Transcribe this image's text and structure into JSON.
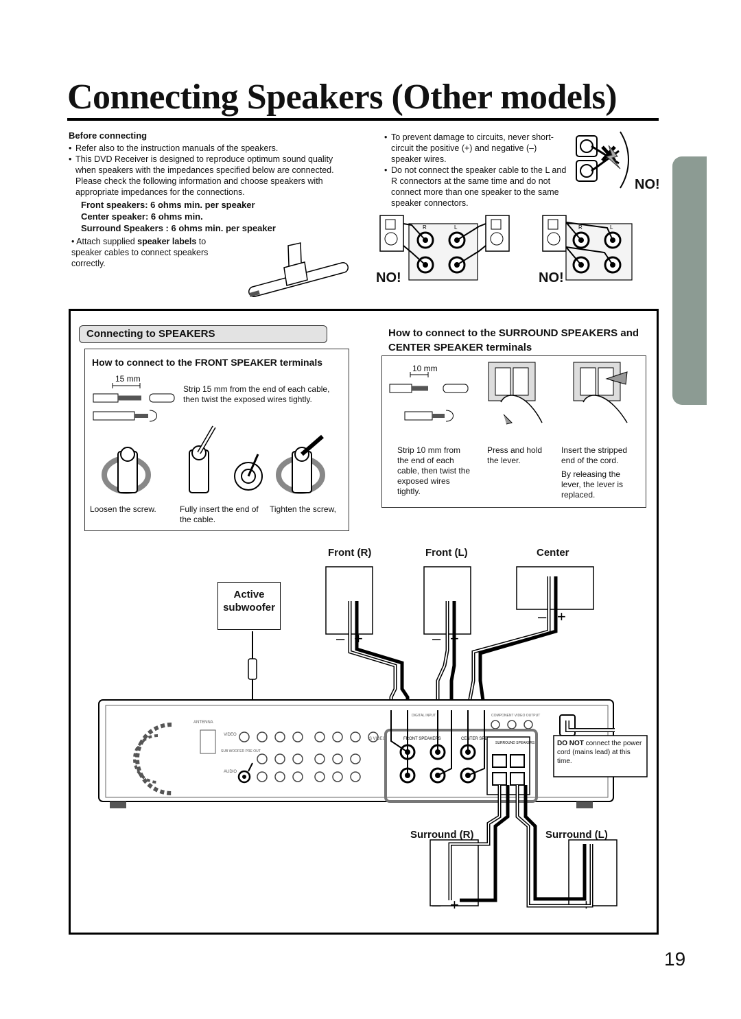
{
  "page": {
    "title": "Connecting Speakers (Other models)",
    "page_number": "19"
  },
  "before": {
    "heading": "Before connecting",
    "bullets": [
      "Refer also to the instruction manuals of the speakers.",
      "This DVD Receiver is designed to reproduce optimum sound quality when speakers with the impedances specified below are connected. Please check the following information and choose speakers with appropriate impedances for the connections."
    ],
    "spec_front": "Front speakers: 6 ohms min. per speaker",
    "spec_center": "Center speaker: 6 ohms min.",
    "spec_surround": "Surround Speakers : 6 ohms min. per speaker",
    "labels_pre": "Attach supplied ",
    "labels_bold": "speaker labels",
    "labels_post": " to speaker cables to connect speakers correctly."
  },
  "warnings": {
    "bullets": [
      "To prevent damage to circuits, never short-circuit the positive (+) and negative (–) speaker wires.",
      "Do not connect the speaker cable to the L and R connectors at the same time and do not connect more than one speaker to the same speaker connectors."
    ],
    "no1": "NO!",
    "no2": "NO!",
    "no3": "NO!",
    "r": "R",
    "l": "L",
    "plus": "+",
    "minus": "–"
  },
  "connecting": {
    "tab": "Connecting to SPEAKERS",
    "front_heading": "How to connect to the FRONT SPEAKER terminals",
    "front_mm": "15 mm",
    "front_strip": "Strip 15 mm from the end of each cable, then twist the exposed wires tightly.",
    "front_steps": [
      "Loosen the screw.",
      "Fully insert the end of the cable.",
      "Tighten the screw,"
    ],
    "surround_heading": "How to connect to the SURROUND SPEAKERS and CENTER SPEAKER terminals",
    "surround_mm": "10 mm",
    "surround_steps": [
      "Strip 10 mm from the end of each cable, then twist the exposed wires tightly.",
      "Press and hold the lever.",
      "Insert the stripped end of the cord."
    ],
    "surround_release": "By releasing the lever, the lever is replaced."
  },
  "diagram": {
    "front_r": "Front (R)",
    "front_l": "Front (L)",
    "center": "Center",
    "subwoofer": "Active subwoofer",
    "surround_r": "Surround (R)",
    "surround_l": "Surround (L)",
    "do_not_bold": "DO NOT",
    "do_not_rest": " connect the power cord (mains lead) at this time.",
    "panel": {
      "antenna": "ANTENNA",
      "video": "VIDEO",
      "s_video": "S VIDEO",
      "audio": "AUDIO",
      "front_speakers": "FRONT SPEAKERS",
      "center_speaker": "CENTER SPEAKER",
      "surround_speakers": "SURROUND SPEAKERS",
      "sub_woofer": "SUB WOOFER PRE OUT",
      "digital_input": "DIGITAL INPUT",
      "component": "COMPONENT VIDEO OUTPUT"
    }
  },
  "colors": {
    "side_tab": "#8c9b93",
    "tab_bg": "#e3e3e3",
    "panel_gray": "#777777"
  }
}
